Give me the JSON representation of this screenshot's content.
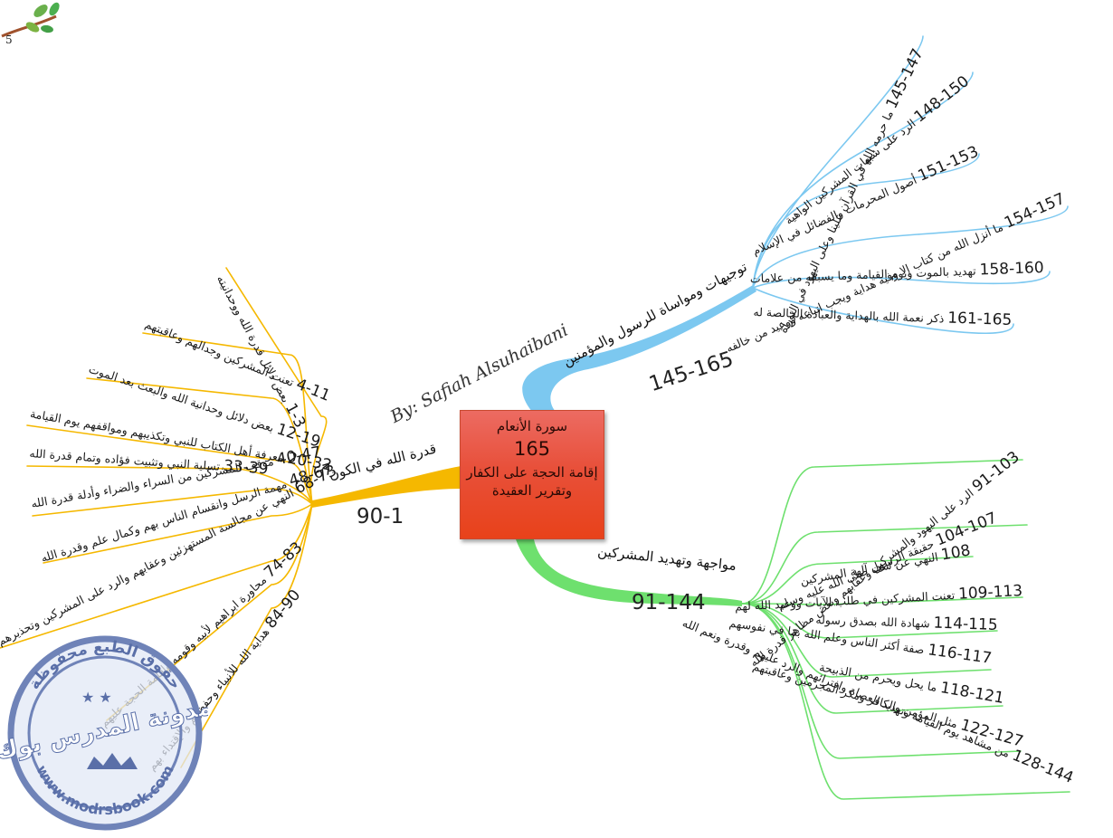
{
  "page_number": "5",
  "author": "By: Safiah Alsuhaibani",
  "center": {
    "title": "سورة الأنعام",
    "count": "165",
    "line1": "إقامة الحجة على الكفار",
    "line2": "وتقرير العقيدة"
  },
  "branches": {
    "left": {
      "title": "قدرة الله في الكون",
      "range": "90-1",
      "color": "#f5b800",
      "items": [
        {
          "num": "1-3",
          "text": "بعض دلائل قدرة الله ووحدانيته"
        },
        {
          "num": "4-11",
          "text": "تعنت المشركين وجدالهم وعاقبتهم"
        },
        {
          "num": "12-19",
          "text": "بعض دلائل وحدانية الله والبعث بعد الموت"
        },
        {
          "num": "20-32",
          "text": "معرفة أهل الكتاب للنبي وتكذيبهم ومواقفهم يوم القيامة"
        },
        {
          "num": "33-39",
          "text": "تسلية النبي وتثبيت فؤاده وتمام قدرة الله"
        },
        {
          "num": "40-47",
          "text": "موقف المشركين من السراء والضراء وأدلة قدرة الله"
        },
        {
          "num": "48-67",
          "text": "مهمة الرسل وانقسام الناس بهم وكمال علم وقدرة الله"
        },
        {
          "num": "68-73",
          "text": "النهي عن مجالسة المستهزئين وعقابهم والرد على المشركين وتحذيرهم"
        },
        {
          "num": "74-83",
          "text": "محاورة ابراهيم لأبيه وقومه وإقامة الحجة عليهم"
        },
        {
          "num": "84-90",
          "text": "هداية الله للأنبياء وحفظهم والإقتداء بهم"
        }
      ]
    },
    "top_right": {
      "title": "توجيهات ومواساة للرسول والمؤمنين",
      "range": "145-165",
      "color": "#7cc8f0",
      "items": [
        {
          "num": "145-147",
          "text": "ما حرمه الله في القرآن علينا وعلى اليهود في التوراة"
        },
        {
          "num": "148-150",
          "text": "الرد على شبهات المشركين الواهية"
        },
        {
          "num": "151-153",
          "text": "أصول المحرمات والفضائل في الإسلام"
        },
        {
          "num": "154-157",
          "text": "ما أنزل الله من كتاب إلا وفيه هداية ويجب اتباعه ووعيد من خالفه"
        },
        {
          "num": "158-160",
          "text": "تهديد بالموت ويوم القيامة وما يسبقه من علامات"
        },
        {
          "num": "161-165",
          "text": "ذكر نعمة الله بالهداية والعبادة الخالصة له"
        }
      ]
    },
    "bottom_right": {
      "title": "مواجهة وتهديد المشركين",
      "range": "91-144",
      "color": "#6ee06e",
      "items": [
        {
          "num": "91-103",
          "text": "الرد على اليهود والمشركين وعقابهم وبعض مظاهر قدرة الله"
        },
        {
          "num": "104-107",
          "text": "حقيقة الرسول صلى الله عليه وسلم"
        },
        {
          "num": "108",
          "text": "النهي عن سب آلهة المشركين"
        },
        {
          "num": "109-113",
          "text": "تعنت المشركين في طلب الآيات ووعيد الله لهم"
        },
        {
          "num": "114-115",
          "text": "شهادة الله بصدق رسوله"
        },
        {
          "num": "116-117",
          "text": "صفة أكثر الناس وعلم الله بما في نفوسهم"
        },
        {
          "num": "118-121",
          "text": "ما يحل ويحرم من الذبيحة"
        },
        {
          "num": "122-127",
          "text": "مثل المؤمن والكافر ومكر المجرمين وعاقبتهم"
        },
        {
          "num": "128-144",
          "text": "من مشاهد يوم القيامة وتهديد العصاة وافترائهم والرد عليهم وقدرة ونعم الله"
        }
      ]
    }
  },
  "stamp": {
    "top_text": "حقوق الطبع محفوظة",
    "middle_text": "مدونة المدرس بوك",
    "url_text": "www.modrsbook.com",
    "color": "#5a6fa8"
  }
}
